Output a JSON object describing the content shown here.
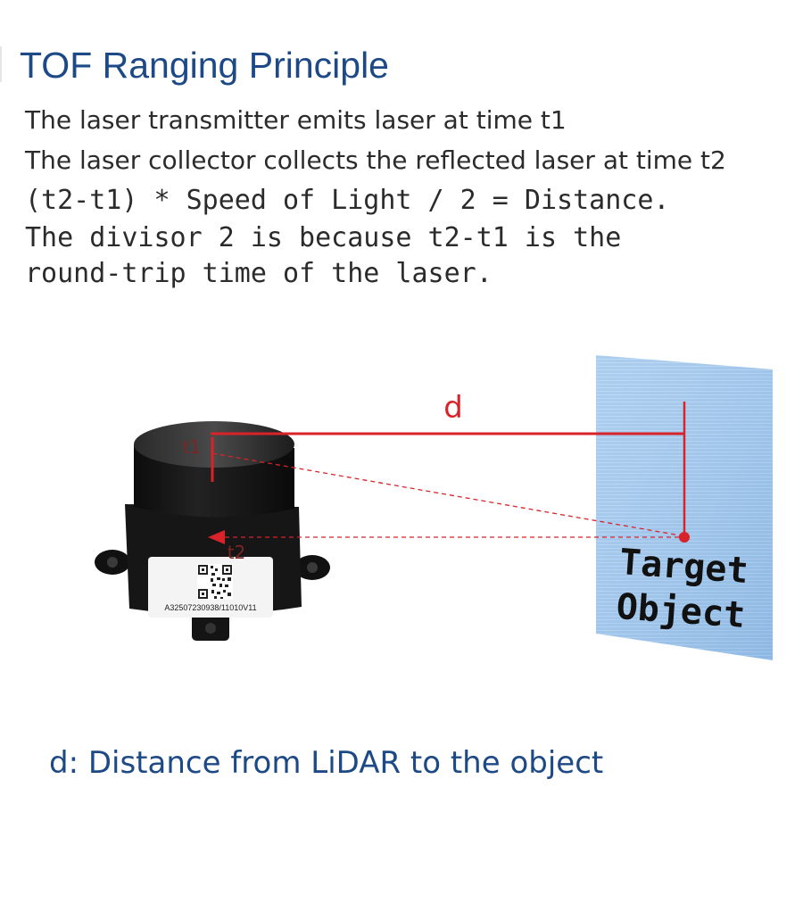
{
  "title": "TOF Ranging Principle",
  "description_lines": [
    "The laser transmitter emits laser at time t1",
    "The laser collector collects the reflected laser at time t2",
    "(t2-t1) * Speed of Light / 2 = Distance.",
    "The divisor 2 is because t2-t1 is the",
    "round-trip time of the laser."
  ],
  "diagram": {
    "distance_label": "d",
    "t1_label": "t1",
    "t2_label": "t2",
    "qr_serial": "A32507230938/11010V11",
    "target_lines": [
      "Target",
      "Object"
    ]
  },
  "caption": "d: Distance from LiDAR to the object",
  "colors": {
    "title": "#1d4a86",
    "caption": "#1d4a86",
    "laser": "#d8232a",
    "target": "#9cc4ea"
  }
}
